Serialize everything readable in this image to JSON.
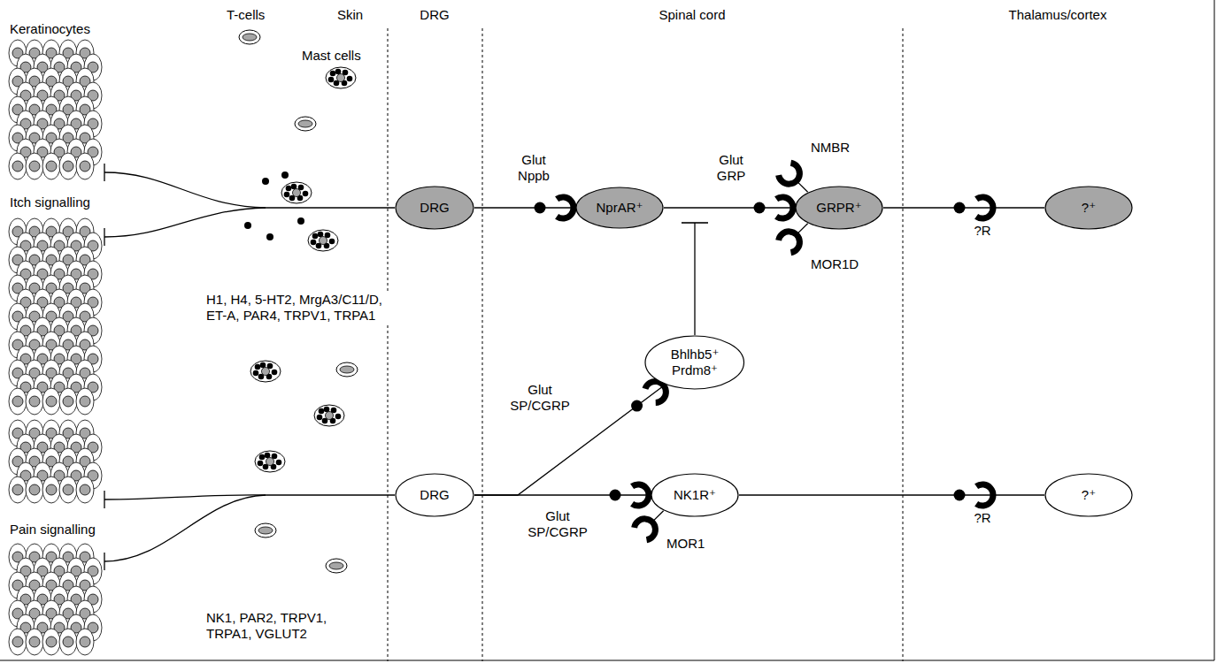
{
  "diagram": {
    "nodes": [
      {
        "text": [
          "DRG"
        ]
      },
      {
        "text": [
          "NprAR⁺"
        ]
      },
      {
        "text": [
          "GRPR⁺"
        ]
      },
      {
        "text": [
          "?⁺"
        ]
      },
      {
        "text": [
          "Bhlhb5⁺ Prdm8⁺"
        ]
      },
      {
        "text": [
          "DRG"
        ]
      },
      {
        "text": [
          "NK1R⁺"
        ]
      },
      {
        "text": [
          "?⁺"
        ]
      }
    ],
    "edges": [
      {
        "from": 0,
        "to": 1,
        "arrow": "none"
      },
      {
        "from": 1,
        "to": 2,
        "arrow": "none"
      },
      {
        "from": 2,
        "to": 3,
        "arrow": "none"
      },
      {
        "from": 5,
        "to": 4,
        "arrow": "none"
      },
      {
        "from": 5,
        "to": 6,
        "arrow": "none"
      },
      {
        "from": 6,
        "to": 7,
        "arrow": "none"
      }
    ],
    "labels": [
      "Skin",
      "DRG",
      "Spinal cord",
      "Thalamus/cortex",
      "Keratinocytes",
      "T-cells",
      "Mast cells",
      "Itch signalling",
      "H1, H4, 5-HT2, MrgA3/C11/D, ET-A, PAR4, TRPV1, TRPA1",
      "Pain signalling",
      "NK1, PAR2, TRPV1, TRPA1, VGLUT2",
      "Glut Nppb",
      "Glut GRP",
      "NMBR",
      "MOR1D",
      "?R",
      "Glut SP/CGRP",
      "Glut SP/CGRP",
      "MOR1",
      "?R"
    ]
  }
}
